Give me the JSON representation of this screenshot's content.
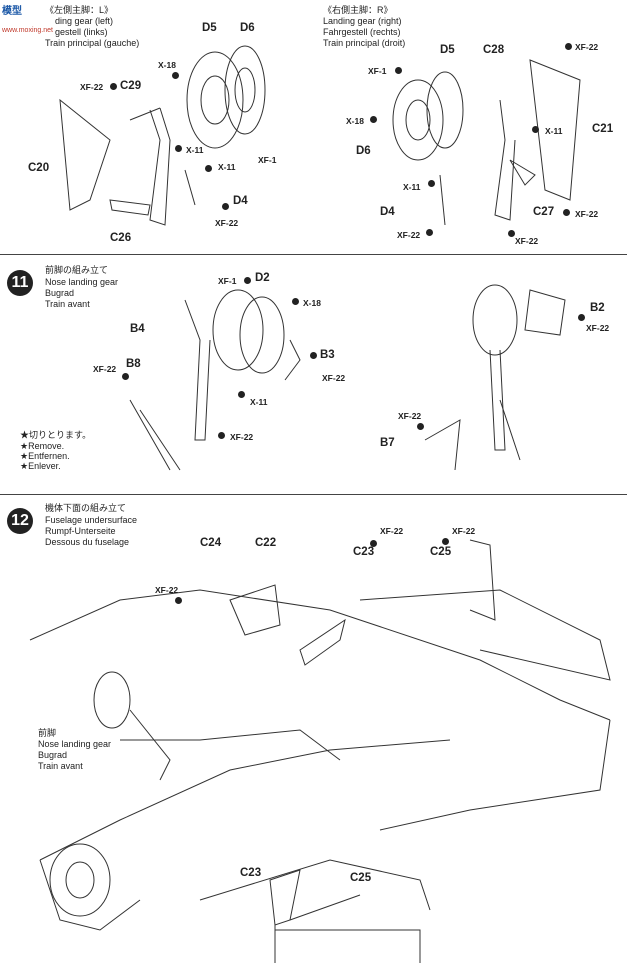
{
  "watermark": {
    "logo_text": "模型",
    "url": "www.moxing.net"
  },
  "step10": {
    "left": {
      "title_jp": "《左側主脚：L》",
      "title_de": "ding gear (left)",
      "title_de2": "gestell (links)",
      "title_fr": "Train principal (gauche)",
      "labels": {
        "d5": "D5",
        "d6": "D6",
        "c29": "C29",
        "c20": "C20",
        "c26": "C26",
        "d4": "D4"
      },
      "codes": {
        "x18": "X-18",
        "xf22a": "XF-22",
        "x11a": "X-11",
        "x11b": "X-11",
        "xf1": "XF-1",
        "xf22b": "XF-22"
      }
    },
    "right": {
      "title_jp": "《右側主脚：R》",
      "title_en": "Landing gear (right)",
      "title_de": "Fahrgestell (rechts)",
      "title_fr": "Train principal (droit)",
      "labels": {
        "d5": "D5",
        "c28": "C28",
        "c21": "C21",
        "d6": "D6",
        "d4": "D4",
        "c27": "C27"
      },
      "codes": {
        "xf22a": "XF-22",
        "xf1": "XF-1",
        "x18": "X-18",
        "x11a": "X-11",
        "x11b": "X-11",
        "xf22b": "XF-22",
        "xf22c": "XF-22",
        "xf22d": "XF-22"
      }
    }
  },
  "step11": {
    "number": "11",
    "title_jp": "前脚の組み立て",
    "title_en": "Nose landing gear",
    "title_de": "Bugrad",
    "title_fr": "Train avant",
    "labels": {
      "d2": "D2",
      "b4": "B4",
      "b3": "B3",
      "b8": "B8",
      "b2": "B2",
      "b7": "B7"
    },
    "codes": {
      "xf1": "XF-1",
      "x18": "X-18",
      "xf22a": "XF-22",
      "xf22b": "XF-22",
      "x11": "X-11",
      "xf22c": "XF-22",
      "xf22d": "XF-22",
      "xf22e": "XF-22"
    },
    "remove": {
      "jp": "★切りとります。",
      "en": "★Remove.",
      "de": "★Entfernen.",
      "fr": "★Enlever."
    }
  },
  "step12": {
    "number": "12",
    "title_jp": "機体下面の組み立て",
    "title_en": "Fuselage undersurface",
    "title_de": "Rumpf-Unterseite",
    "title_fr": "Dessous du fuselage",
    "labels": {
      "c24": "C24",
      "c22": "C22",
      "c23": "C23",
      "c25": "C25",
      "c23b": "C23",
      "c25b": "C25"
    },
    "codes": {
      "xf22a": "XF-22",
      "xf22b": "XF-22",
      "xf22c": "XF-22"
    },
    "nose": {
      "jp": "前脚",
      "en": "Nose landing gear",
      "de": "Bugrad",
      "fr": "Train avant"
    }
  }
}
